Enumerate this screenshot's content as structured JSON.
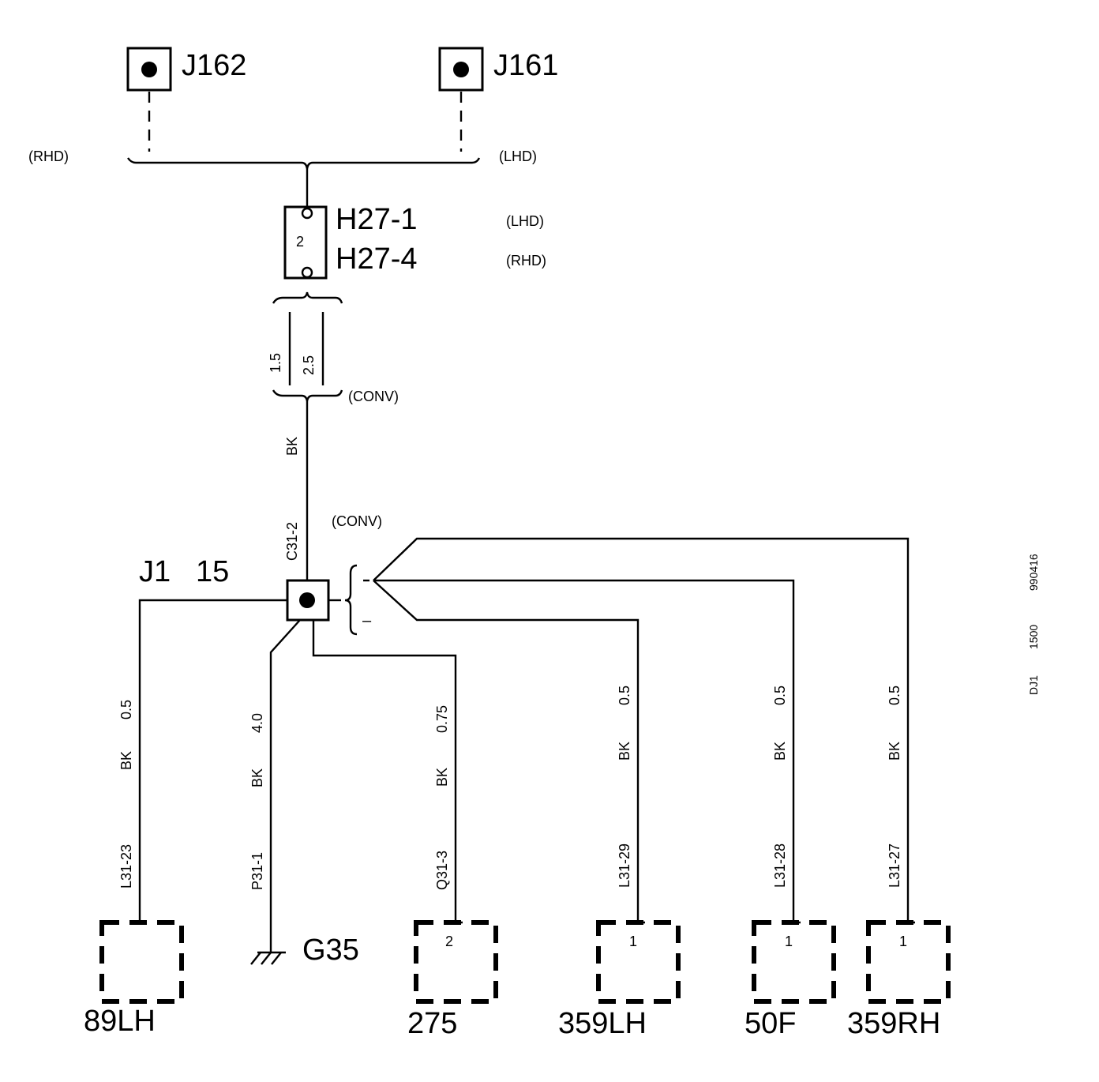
{
  "connectors_top": [
    {
      "id": "J162",
      "label": "J162"
    },
    {
      "id": "J161",
      "label": "J161"
    }
  ],
  "variants": {
    "rhd": "(RHD)",
    "lhd": "(LHD)",
    "conv": "(CONV)"
  },
  "splice": {
    "pin": "2",
    "label_1": "H27-1",
    "label_2": "H27-4",
    "variant_1": "(LHD)",
    "variant_2": "(RHD)"
  },
  "wire_sizes": {
    "a": "1.5",
    "b": "2.5"
  },
  "main_wire": {
    "color": "BK",
    "pin": "C31-2"
  },
  "junction": {
    "label": "J1",
    "pin": "15",
    "minus": "–"
  },
  "branches": [
    {
      "id": "89LH",
      "gauge": "0.5",
      "color": "BK",
      "pin": "L31-23",
      "component": "89LH",
      "term": ""
    },
    {
      "id": "G35",
      "gauge": "4.0",
      "color": "BK",
      "pin": "P31-1",
      "component": "G35",
      "term": ""
    },
    {
      "id": "275",
      "gauge": "0.75",
      "color": "BK",
      "pin": "Q31-3",
      "component": "275",
      "term": "2"
    },
    {
      "id": "359LH",
      "gauge": "0.5",
      "color": "BK",
      "pin": "L31-29",
      "component": "359LH",
      "term": "1"
    },
    {
      "id": "50F",
      "gauge": "0.5",
      "color": "BK",
      "pin": "L31-28",
      "component": "50F",
      "term": "1"
    },
    {
      "id": "359RH",
      "gauge": "0.5",
      "color": "BK",
      "pin": "L31-27",
      "component": "359RH",
      "term": "1"
    }
  ],
  "side_codes": [
    "990416",
    "1500",
    "DJ1"
  ]
}
